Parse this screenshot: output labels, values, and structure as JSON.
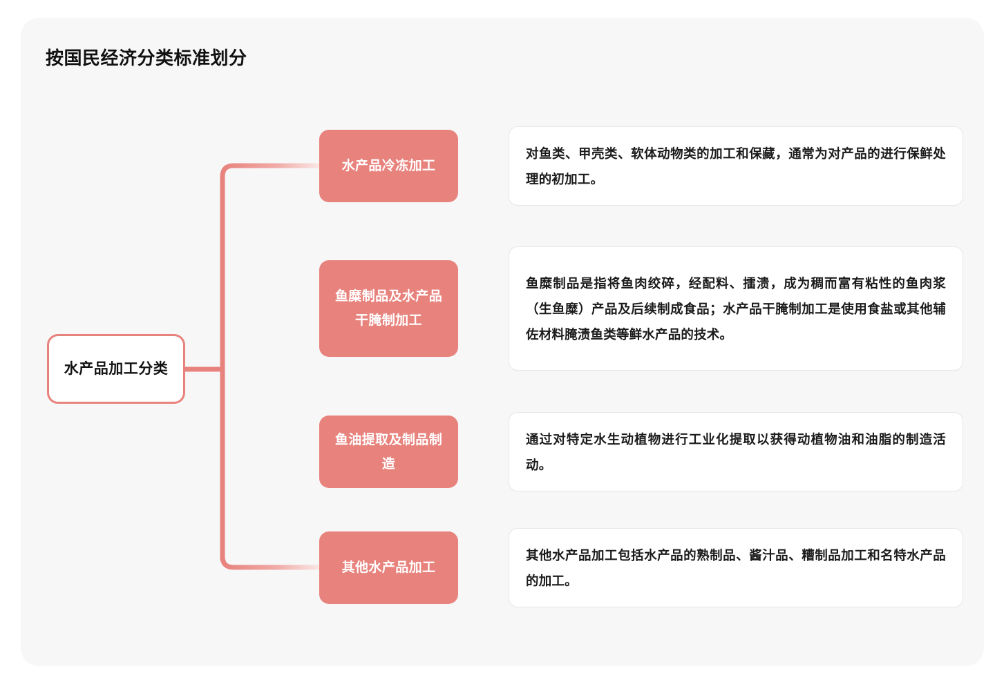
{
  "diagram": {
    "title": "按国民经济分类标准划分",
    "type": "mind-map",
    "colors": {
      "page_background": "#ffffff",
      "card_background": "#f7f7f7",
      "node_fill": "#e8827d",
      "node_text": "#ffffff",
      "root_border": "#e8827d",
      "root_fill": "#ffffff",
      "connector": "#e8827d",
      "connector_fade": "#f7d9d6",
      "desc_border": "#e6e6e6",
      "title_text": "#111111"
    },
    "root": {
      "label": "水产品加工分类"
    },
    "branches": [
      {
        "label": "水产品冷冻加工",
        "description": "对鱼类、甲壳类、软体动物类的加工和保藏，通常为对产品的进行保鲜处理的初加工。"
      },
      {
        "label": "鱼糜制品及水产品干腌制加工",
        "description": "鱼糜制品是指将鱼肉绞碎，经配料、擂溃，成为稠而富有粘性的鱼肉浆（生鱼糜）产品及后续制成食品；水产品干腌制加工是使用食盐或其他辅佐材料腌渍鱼类等鲜水产品的技术。"
      },
      {
        "label": "鱼油提取及制品制造",
        "description": "通过对特定水生动植物进行工业化提取以获得动植物油和油脂的制造活动。"
      },
      {
        "label": "其他水产品加工",
        "description": "其他水产品加工包括水产品的熟制品、酱汁品、糟制品加工和名特水产品的加工。"
      }
    ]
  }
}
